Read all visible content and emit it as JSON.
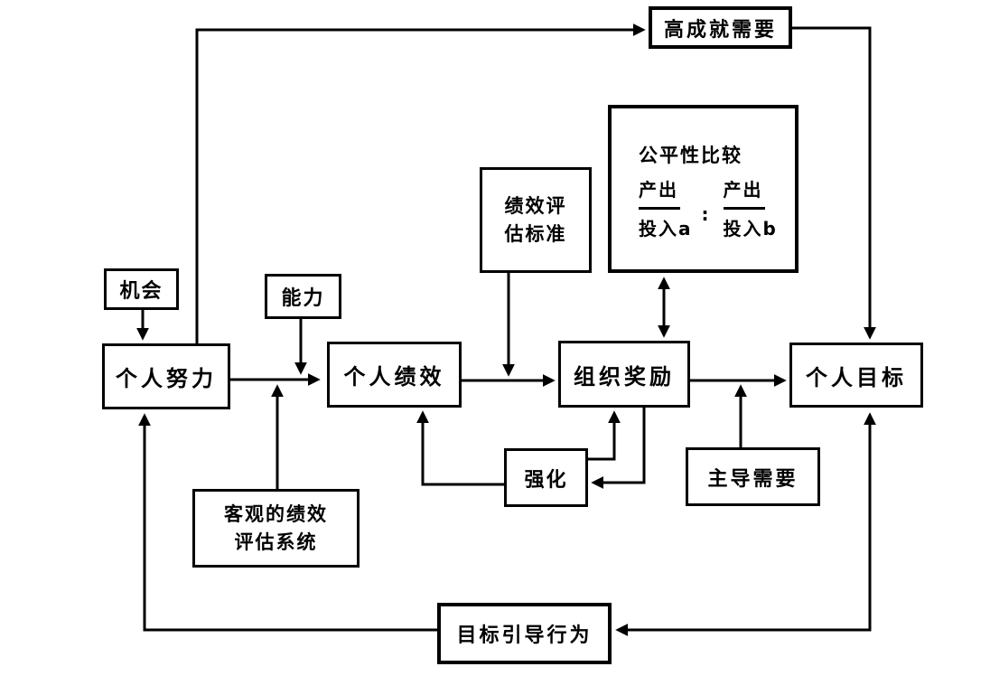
{
  "diagram": {
    "background": "#ffffff",
    "line_color": "#000000",
    "boxes": {
      "high_achievement_need": {
        "label": "高成就需要"
      },
      "equity_comparison": {
        "title": "公平性比较",
        "fraction_a": {
          "numerator": "产出",
          "denominator": "投入a"
        },
        "colon": ":",
        "fraction_b": {
          "numerator": "产出",
          "denominator": "投入b"
        }
      },
      "performance_eval_standard": {
        "line1": "绩效评",
        "line2": "估标准"
      },
      "opportunity": {
        "label": "机会"
      },
      "ability": {
        "label": "能力"
      },
      "personal_effort": {
        "label": "个人努力"
      },
      "personal_performance": {
        "label": "个人绩效"
      },
      "organizational_rewards": {
        "label": "组织奖励"
      },
      "personal_goals": {
        "label": "个人目标"
      },
      "reinforcement": {
        "label": "强化"
      },
      "dominant_needs": {
        "label": "主导需要"
      },
      "objective_eval_system": {
        "line1": "客观的绩效",
        "line2": "评估系统"
      },
      "goal_directed_behavior": {
        "label": "目标引导行为"
      }
    }
  }
}
